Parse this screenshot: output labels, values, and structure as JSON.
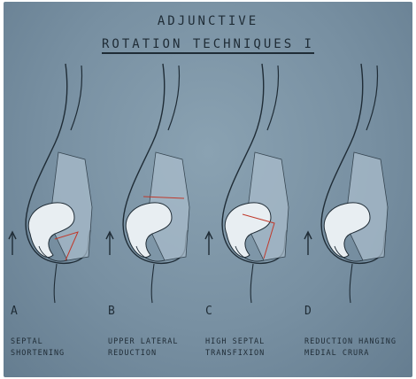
{
  "title": {
    "line1": "ADJUNCTIVE",
    "line2": "ROTATION TECHNIQUES I"
  },
  "panels": [
    {
      "letter": "A",
      "caption_line1": "SEPTAL",
      "caption_line2": "SHORTENING"
    },
    {
      "letter": "B",
      "caption_line1": "UPPER LATERAL",
      "caption_line2": "REDUCTION"
    },
    {
      "letter": "C",
      "caption_line1": "HIGH SEPTAL",
      "caption_line2": "TRANSFIXION"
    },
    {
      "letter": "D",
      "caption_line1": "REDUCTION HANGING",
      "caption_line2": "MEDIAL CRURA"
    }
  ],
  "colors": {
    "background": "#7890a2",
    "ink": "#1f2c36",
    "cartilage": "#e8eef2",
    "septum": "#a9bccb",
    "incision": "#c0392b"
  }
}
